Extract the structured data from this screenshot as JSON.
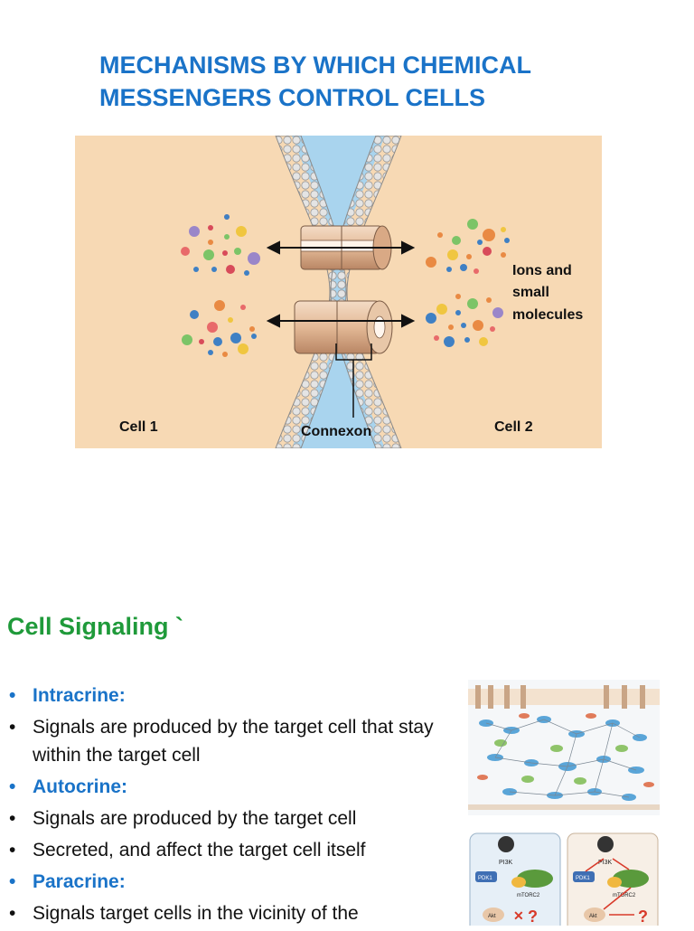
{
  "slide": {
    "title_line1": "MECHANISMS BY WHICH CHEMICAL",
    "title_line2": "MESSENGERS CONTROL CELLS"
  },
  "figure": {
    "label_ions_1": "Ions and",
    "label_ions_2": "small",
    "label_ions_3": "molecules",
    "label_cell1": "Cell 1",
    "label_cell2": "Cell 2",
    "label_connexon": "Connexon",
    "colors": {
      "cytoplasm": "#f7d9b4",
      "extracellular": "#a9d4ee",
      "membrane_head": "#d9d9d9",
      "connexon": "#e8c7a8"
    }
  },
  "section": {
    "heading": "Cell Signaling `"
  },
  "bullets": [
    {
      "text": "Intracrine:",
      "kind": "head"
    },
    {
      "text": "Signals are produced by the target cell that stay within the target cell",
      "kind": "body"
    },
    {
      "text": "Autocrine:",
      "kind": "head"
    },
    {
      "text": "Signals are produced by the target cell",
      "kind": "body"
    },
    {
      "text": "Secreted, and affect the target cell itself",
      "kind": "body"
    },
    {
      "text": "Paracrine:",
      "kind": "head"
    },
    {
      "text": "Signals target cells in the vicinity of the",
      "kind": "body"
    }
  ],
  "mini_diagram": {
    "labels": [
      "PI3K",
      "PDK1",
      "mTORC2",
      "Akt",
      "PI3K",
      "PDK1",
      "mTORC2",
      "Akt"
    ]
  }
}
